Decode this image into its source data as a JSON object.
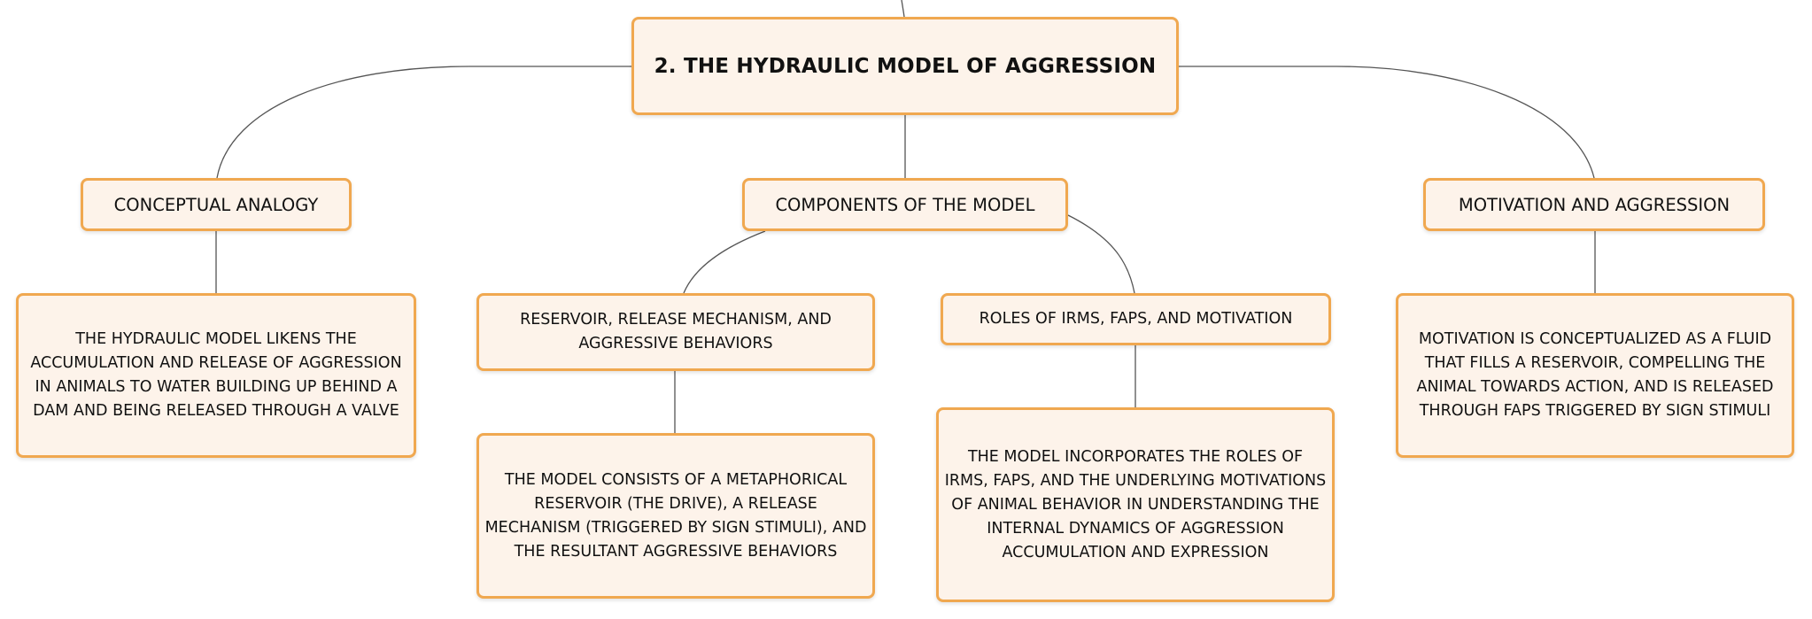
{
  "mindmap": {
    "root": {
      "label": "2. THE HYDRAULIC MODEL OF AGGRESSION"
    },
    "branches": [
      {
        "label": "CONCEPTUAL ANALOGY",
        "children": [
          {
            "label": "THE HYDRAULIC MODEL LIKENS THE ACCUMULATION AND RELEASE OF AGGRESSION IN ANIMALS TO WATER BUILDING UP BEHIND A DAM AND BEING RELEASED THROUGH A VALVE"
          }
        ]
      },
      {
        "label": "COMPONENTS OF THE MODEL",
        "children": [
          {
            "label": "RESERVOIR, RELEASE MECHANISM, AND AGGRESSIVE BEHAVIORS",
            "children": [
              {
                "label": "THE MODEL CONSISTS OF A METAPHORICAL RESERVOIR (THE DRIVE), A RELEASE MECHANISM (TRIGGERED BY SIGN STIMULI), AND THE RESULTANT AGGRESSIVE BEHAVIORS"
              }
            ]
          },
          {
            "label": "ROLES OF IRMS, FAPS, AND MOTIVATION",
            "children": [
              {
                "label": "THE MODEL INCORPORATES THE ROLES OF IRMS, FAPS, AND THE UNDERLYING MOTIVATIONS OF ANIMAL BEHAVIOR IN UNDERSTANDING THE INTERNAL DYNAMICS OF AGGRESSION ACCUMULATION AND EXPRESSION"
              }
            ]
          }
        ]
      },
      {
        "label": "MOTIVATION AND AGGRESSION",
        "children": [
          {
            "label": "MOTIVATION IS CONCEPTUALIZED AS A FLUID THAT FILLS A RESERVOIR, COMPELLING THE ANIMAL TOWARDS ACTION, AND IS RELEASED THROUGH FAPS TRIGGERED BY SIGN STIMULI"
          }
        ]
      }
    ]
  },
  "colors": {
    "node_fill": "#fdf3ea",
    "node_border": "#f0a850",
    "connector": "#555555",
    "text": "#111111"
  }
}
